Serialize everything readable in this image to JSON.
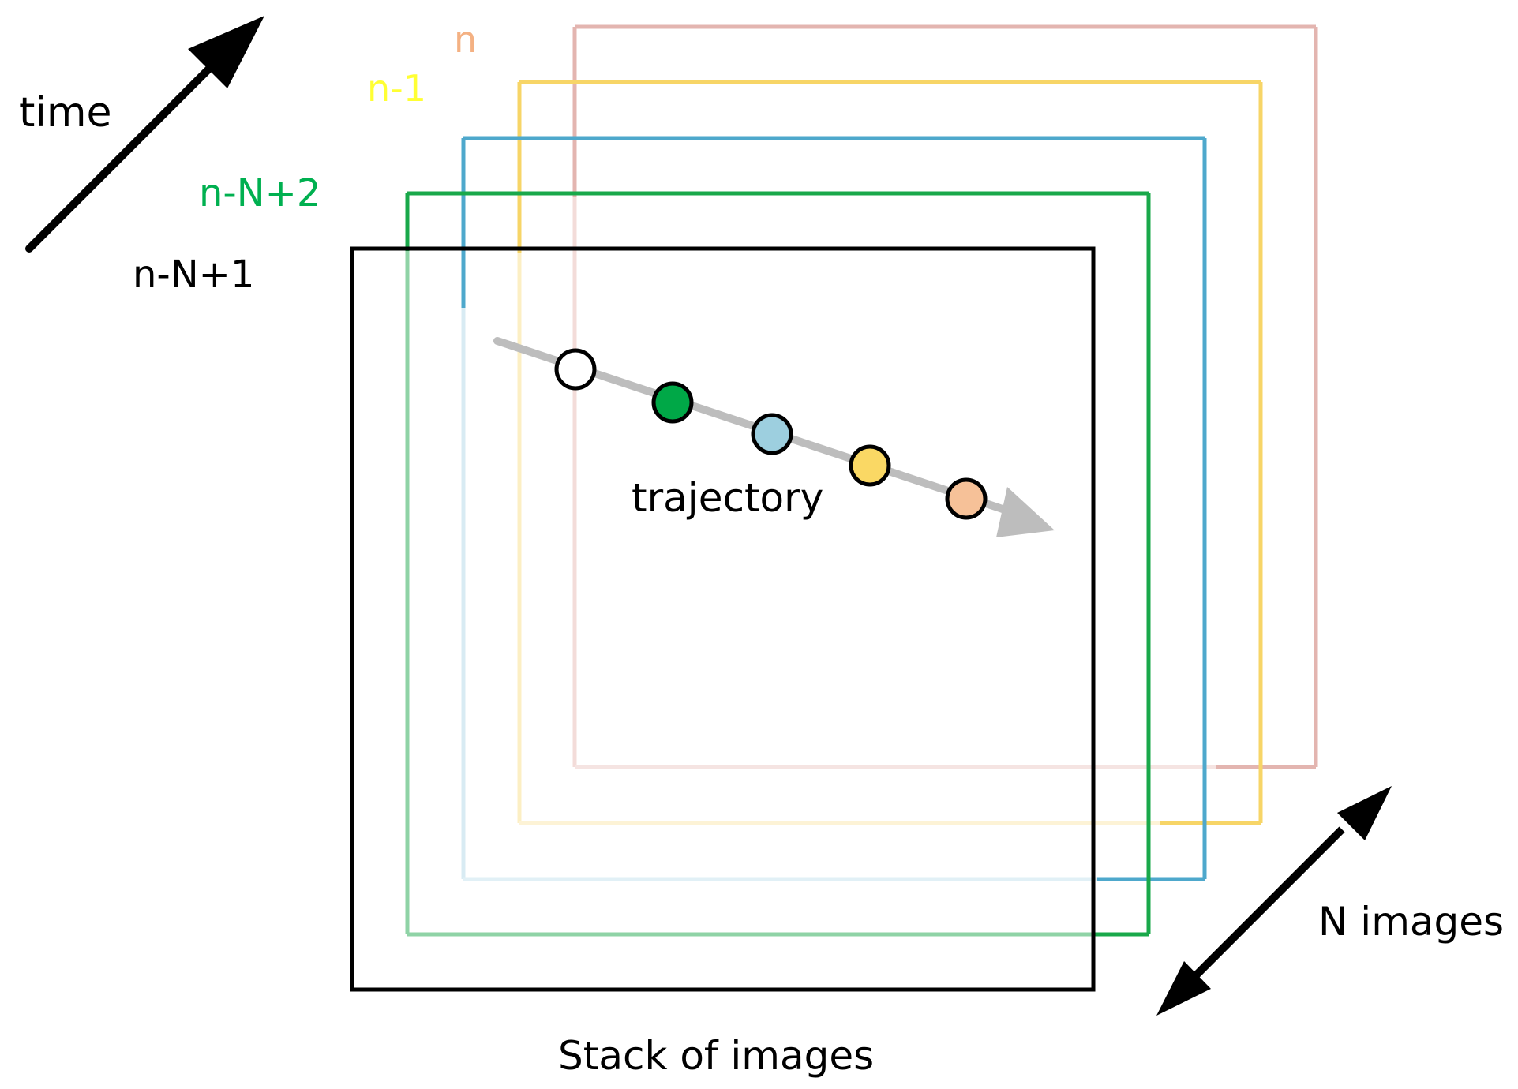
{
  "labels": {
    "time": "time",
    "frame_n": "n",
    "frame_n_minus_1": "n-1",
    "frame_n_N_2": "n-N+2",
    "frame_n_N_1": "n-N+1",
    "trajectory": "trajectory",
    "n_images": "N images",
    "stack_caption": "Stack of images"
  },
  "colors": {
    "frame_n": "#e3b5b0",
    "frame_n_minus_1": "#f7d567",
    "frame_n_N_3": "#4ea8cc",
    "frame_n_N_2": "#19a84a",
    "frame_n_N_1": "#000000",
    "label_n": "#f4b183",
    "label_n_minus_1": "#ffff33",
    "label_n_N_2": "#00b050",
    "trajectory_arrow": "#bdbdbd",
    "dot_1": "#ffffff",
    "dot_2": "#00a847",
    "dot_3": "#9dcfdf",
    "dot_4": "#fad864",
    "dot_5": "#f6c198"
  }
}
